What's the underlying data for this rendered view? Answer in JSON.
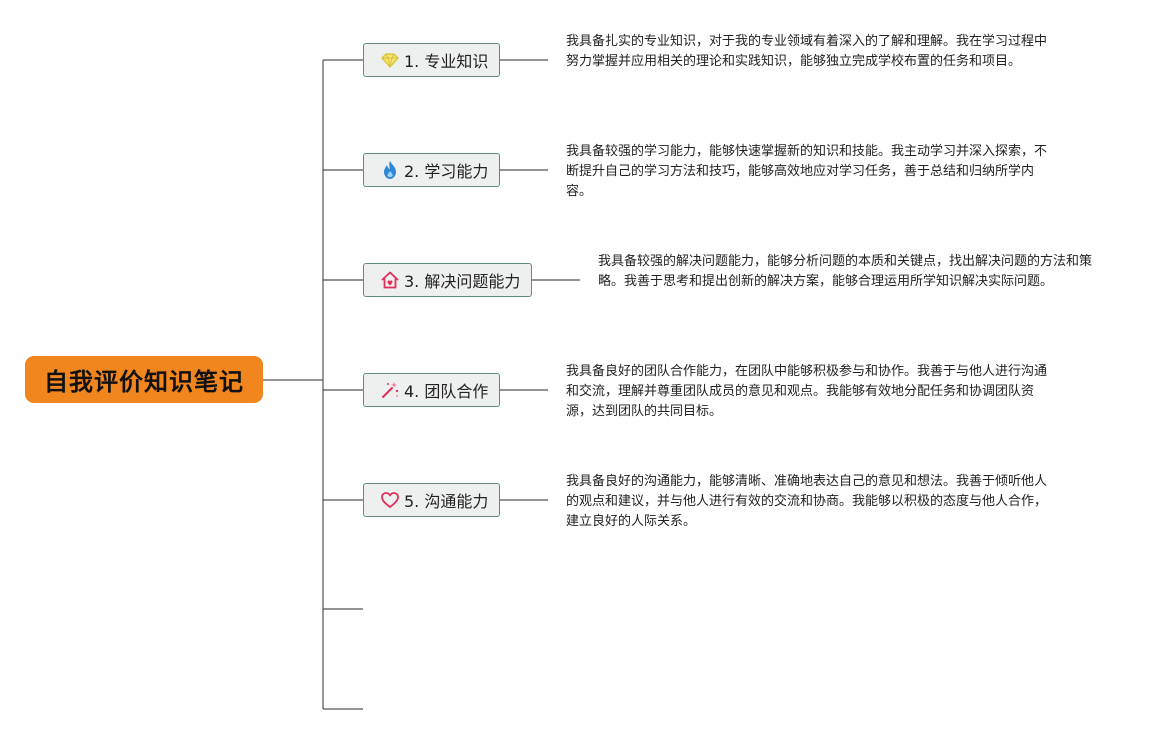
{
  "root": {
    "title": "自我评价知识笔记"
  },
  "topics": [
    {
      "label": "1. 专业知识",
      "icon": "diamond-icon",
      "color": "#e8d338",
      "note": "我具备扎实的专业知识，对于我的专业领域有着深入的了解和理解。我在学习过程中努力掌握并应用相关的理论和实践知识，能够独立完成学校布置的任务和项目。"
    },
    {
      "label": "2. 学习能力",
      "icon": "flame-icon",
      "color": "#2f86d6",
      "note": "我具备较强的学习能力，能够快速掌握新的知识和技能。我主动学习并深入探索，不断提升自己的学习方法和技巧，能够高效地应对学习任务，善于总结和归纳所学内容。"
    },
    {
      "label": "3. 解决问题能力",
      "icon": "house-icon",
      "color": "#e0305a",
      "note": "我具备较强的解决问题能力，能够分析问题的本质和关键点，找出解决问题的方法和策略。我善于思考和提出创新的解决方案，能够合理运用所学知识解决实际问题。"
    },
    {
      "label": "4. 团队合作",
      "icon": "magic-wand-icon",
      "color": "#e0305a",
      "note": "我具备良好的团队合作能力，在团队中能够积极参与和协作。我善于与他人进行沟通和交流，理解并尊重团队成员的意见和观点。我能够有效地分配任务和协调团队资源，达到团队的共同目标。"
    },
    {
      "label": "5. 沟通能力",
      "icon": "heart-icon",
      "color": "#e0305a",
      "note": "我具备良好的沟通能力，能够清晰、准确地表达自己的意见和想法。我善于倾听他人的观点和建议，并与他人进行有效的交流和协商。我能够以积极的态度与他人合作，建立良好的人际关系。"
    }
  ]
}
